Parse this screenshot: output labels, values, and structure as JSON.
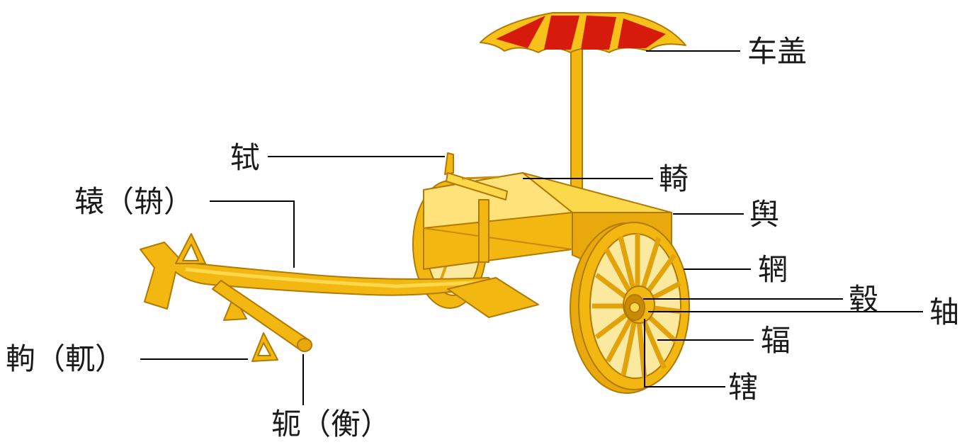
{
  "diagram": {
    "colors": {
      "wood": "#f3b712",
      "wood_light": "#fcd94a",
      "wood_dark": "#c98a05",
      "canopy_red": "#d61a0c",
      "line": "#000000"
    },
    "labels": {
      "canopy": "车盖",
      "rail_front": "轼",
      "rail_side": "輢",
      "shaft": "辕（辀）",
      "box": "舆",
      "rim": "辋",
      "hub": "毂",
      "axle": "轴",
      "spokes": "辐",
      "linchpin": "辖",
      "yoke_saddle": "軥（軏）",
      "yoke": "轭（衡）"
    }
  }
}
